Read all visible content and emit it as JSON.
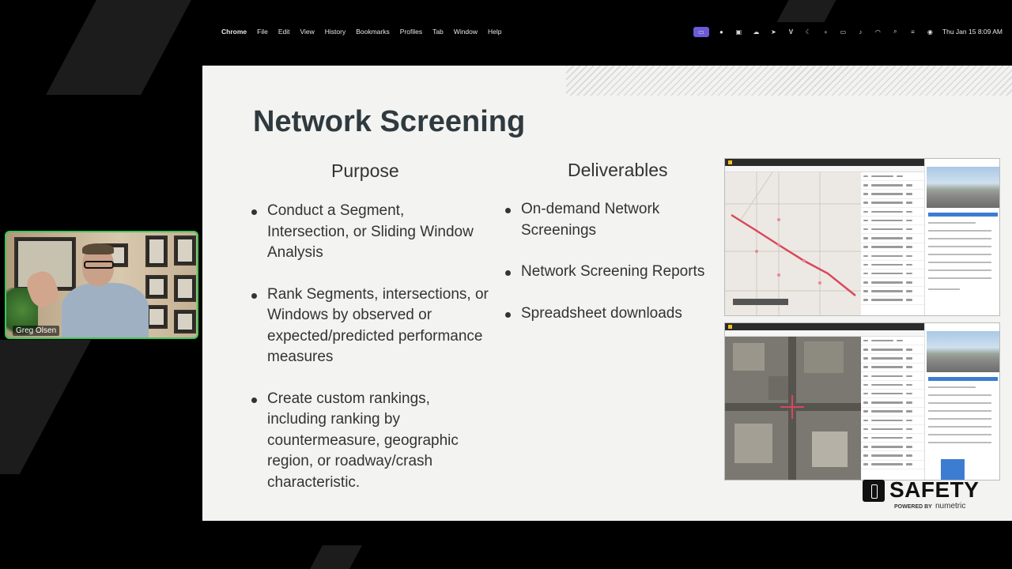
{
  "menubar": {
    "app_name": "Chrome",
    "menus": [
      "File",
      "Edit",
      "View",
      "History",
      "Bookmarks",
      "Profiles",
      "Tab",
      "Window",
      "Help"
    ],
    "clock": "Thu Jan 15  8:09 AM",
    "status_icons": [
      "screen-share-icon",
      "meet-icon",
      "camera-icon",
      "cloud-icon",
      "arrow-icon",
      "v-app-icon",
      "moon-icon",
      "dot-icon",
      "battery-icon",
      "volume-icon",
      "wifi-icon",
      "search-icon",
      "control-center-icon",
      "siri-icon"
    ]
  },
  "slide": {
    "title": "Network Screening",
    "purpose": {
      "heading": "Purpose",
      "bullets": [
        "Conduct a Segment, Intersection,  or Sliding Window Analysis",
        "Rank Segments, intersections, or Windows by observed or expected/predicted performance measures",
        "Create custom rankings, including ranking by countermeasure, geographic region, or roadway/crash characteristic."
      ]
    },
    "deliverables": {
      "heading": "Deliverables",
      "bullets": [
        "On-demand Network Screenings",
        "Network Screening Reports",
        "Spreadsheet downloads"
      ]
    },
    "logo": {
      "word": "SAFETY",
      "powered_by": "POWERED BY",
      "partner": "numetric"
    }
  },
  "video_tile": {
    "participant_name": "Greg Olsen"
  },
  "colors": {
    "slide_bg": "#f3f3f1",
    "title": "#2f3a3f",
    "tile_border": "#3cc85a",
    "route": "#d9485a",
    "accent_blue": "#3c7dd1"
  }
}
